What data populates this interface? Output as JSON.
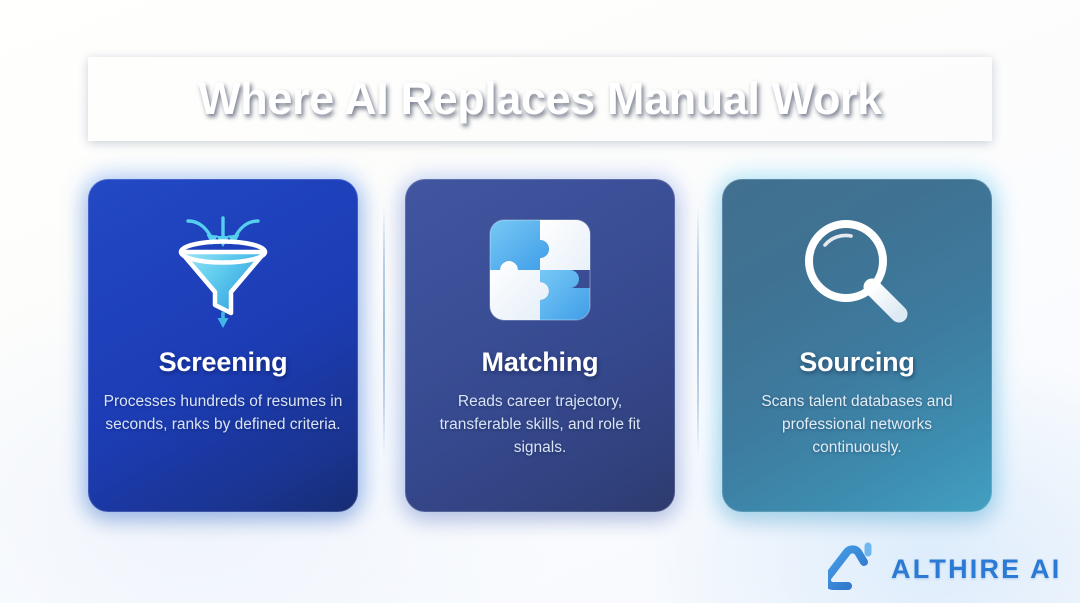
{
  "banner": {
    "title": "Where AI Replaces Manual Work",
    "gradient_from": "#131d42",
    "gradient_to": "#1479e2"
  },
  "cards": [
    {
      "icon": "funnel-icon",
      "title": "Screening",
      "description": "Processes hundreds of resumes in seconds, ranks by defined criteria.",
      "bg_from": "#2349c4",
      "bg_to": "#162c72"
    },
    {
      "icon": "puzzle-icon",
      "title": "Matching",
      "description": "Reads career trajectory, transferable skills, and role fit signals.",
      "bg_from": "#41569f",
      "bg_to": "#2d3b6e"
    },
    {
      "icon": "magnifier-icon",
      "title": "Sourcing",
      "description": "Scans talent databases and professional networks continuously.",
      "bg_from": "#41708f",
      "bg_to": "#42a0c2"
    }
  ],
  "logo": {
    "mark": "althire-monogram-icon",
    "text": "ALTHIRE AI",
    "color": "#2b7ad4"
  }
}
